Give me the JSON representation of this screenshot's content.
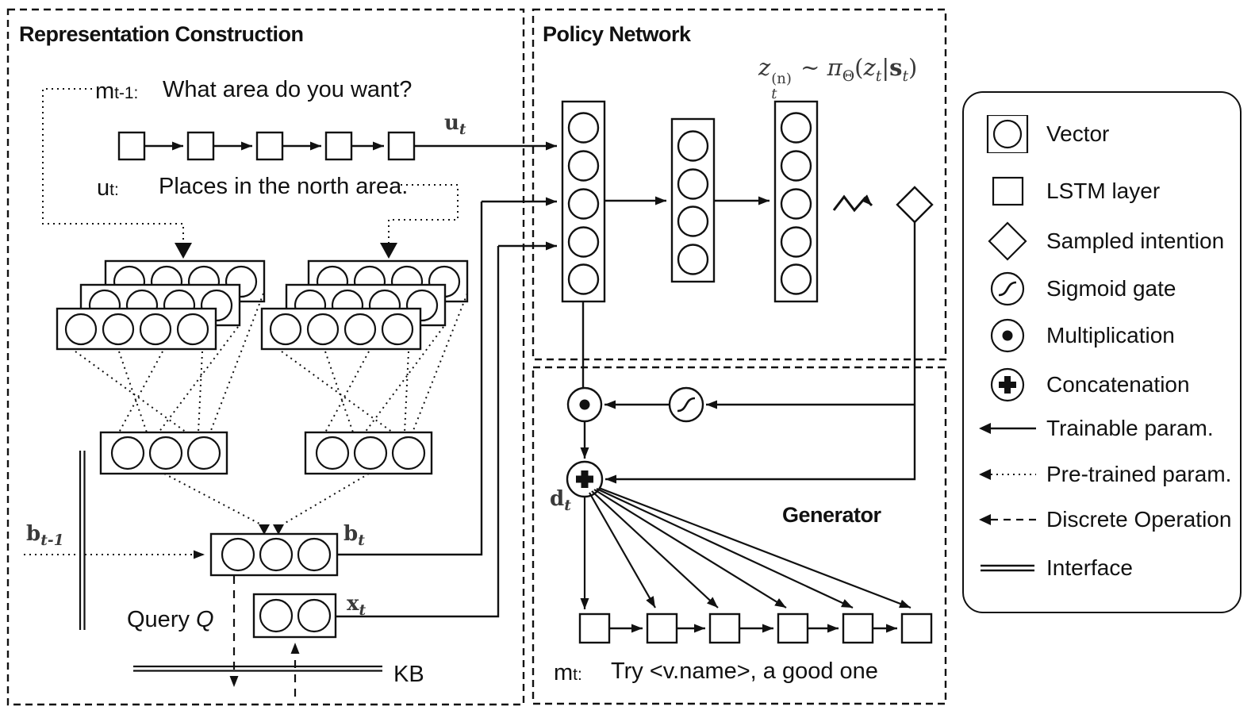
{
  "representation": {
    "title": "Representation Construction",
    "history_label": {
      "base": "m",
      "sub": "t-1:"
    },
    "history_text": "What area do you want?",
    "utterance_label": {
      "base": "u",
      "sub": "t:"
    },
    "utterance_text": "Places in the north area.",
    "u_t": {
      "base": "u",
      "sub": "t"
    },
    "b_prev": {
      "base": "b",
      "sub": "t-1"
    },
    "b_t": {
      "base": "b",
      "sub": "t"
    },
    "x_t": {
      "base": "x",
      "sub": "t"
    },
    "query": {
      "base": "Query ",
      "var": "Q"
    },
    "kb_label": "KB"
  },
  "policy": {
    "title": "Policy Network",
    "formula": {
      "z": "z",
      "sup": "(n)",
      "sub": "t",
      "sim": " ~ ",
      "pi": "π",
      "theta": "Θ",
      "open": "(",
      "z2": "z",
      "sub2": "t",
      "bar": "|",
      "s": "s",
      "sub3": "t",
      "close": ")"
    }
  },
  "generator": {
    "title": "Generator",
    "d_t": {
      "base": "d",
      "sub": "t"
    },
    "output_label": {
      "base": "m",
      "sub": "t:"
    },
    "output_text": "Try <v.name>, a good one"
  },
  "legend": {
    "items": [
      {
        "icon": "vector-icon",
        "label": "Vector"
      },
      {
        "icon": "lstm-layer-icon",
        "label": "LSTM layer"
      },
      {
        "icon": "sampled-intention-icon",
        "label": "Sampled intention"
      },
      {
        "icon": "sigmoid-gate-icon",
        "label": "Sigmoid gate"
      },
      {
        "icon": "multiplication-icon",
        "label": "Multiplication"
      },
      {
        "icon": "concatenation-icon",
        "label": "Concatenation"
      },
      {
        "icon": "trainable-param-icon",
        "label": "Trainable param."
      },
      {
        "icon": "pre-trained-param-icon",
        "label": "Pre-trained param."
      },
      {
        "icon": "discrete-operation-icon",
        "label": "Discrete Operation"
      },
      {
        "icon": "interface-icon",
        "label": "Interface"
      }
    ]
  },
  "colors": {
    "line": "#111111",
    "math_text": "#3a3a3a",
    "background": "#ffffff"
  }
}
